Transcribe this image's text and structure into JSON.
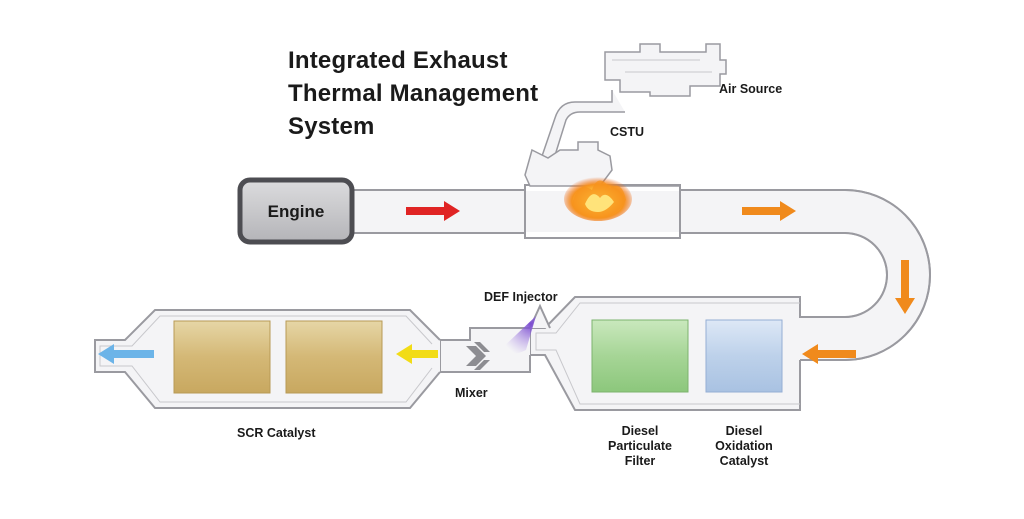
{
  "title": {
    "lines": [
      "Integrated Exhaust",
      "Thermal Management",
      "System"
    ]
  },
  "labels": {
    "engine": "Engine",
    "air_source": "Air Source",
    "cstu": "CSTU",
    "def_injector": "DEF Injector",
    "mixer": "Mixer",
    "scr_catalyst": "SCR Catalyst",
    "dpf": [
      "Diesel",
      "Particulate",
      "Filter"
    ],
    "doc": [
      "Diesel",
      "Oxidation",
      "Catalyst"
    ]
  },
  "colors": {
    "pipe_fill": "#f4f4f6",
    "pipe_stroke": "#9a9aa0",
    "engine_fill": "#c9c9cc",
    "engine_stroke": "#4d4d52",
    "arrow_red": "#e02424",
    "arrow_orange": "#f08a1c",
    "arrow_yellow": "#f2dc16",
    "arrow_blue": "#6cb4e8",
    "scr_block": "#d8be7e",
    "dpf_block": "#a8d69a",
    "doc_block": "#bcd2ec",
    "flame": "#f7931e"
  },
  "icons": [
    "right-arrow-icon",
    "down-arrow-icon",
    "left-arrow-icon",
    "flame-icon",
    "spray-icon",
    "mixer-icon"
  ]
}
